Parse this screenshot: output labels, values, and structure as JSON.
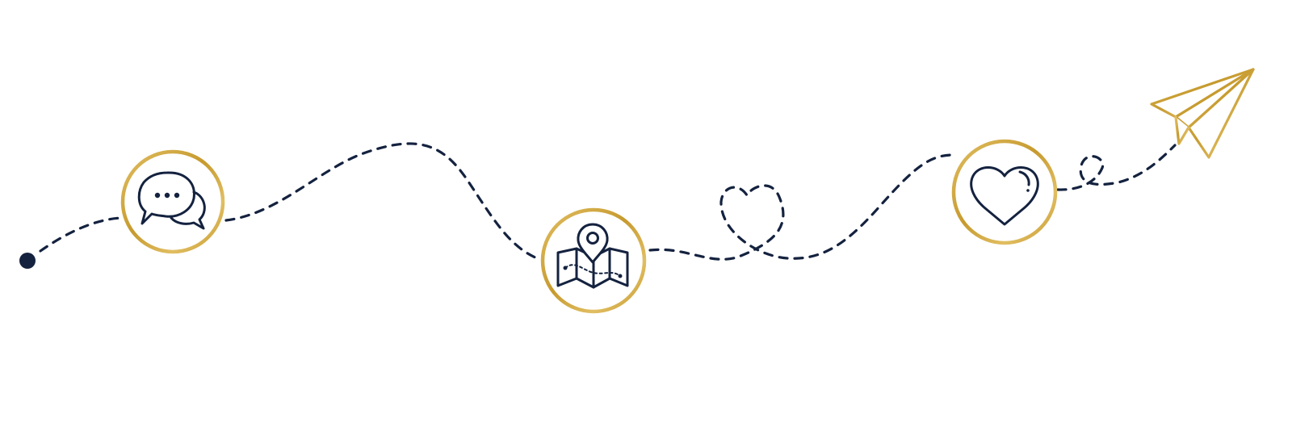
{
  "colors": {
    "path": "#14223f",
    "gold": "#c69a2e",
    "gold_light": "#e1be62",
    "icon": "#14223f",
    "background": "#ffffff"
  },
  "stages": [
    {
      "icon": "chat-bubbles-icon"
    },
    {
      "icon": "map-pin-icon"
    },
    {
      "icon": "heart-icon"
    }
  ],
  "decorations": [
    "start-dot",
    "dashed-heart-loop",
    "small-dashed-loop",
    "paper-plane-icon"
  ]
}
